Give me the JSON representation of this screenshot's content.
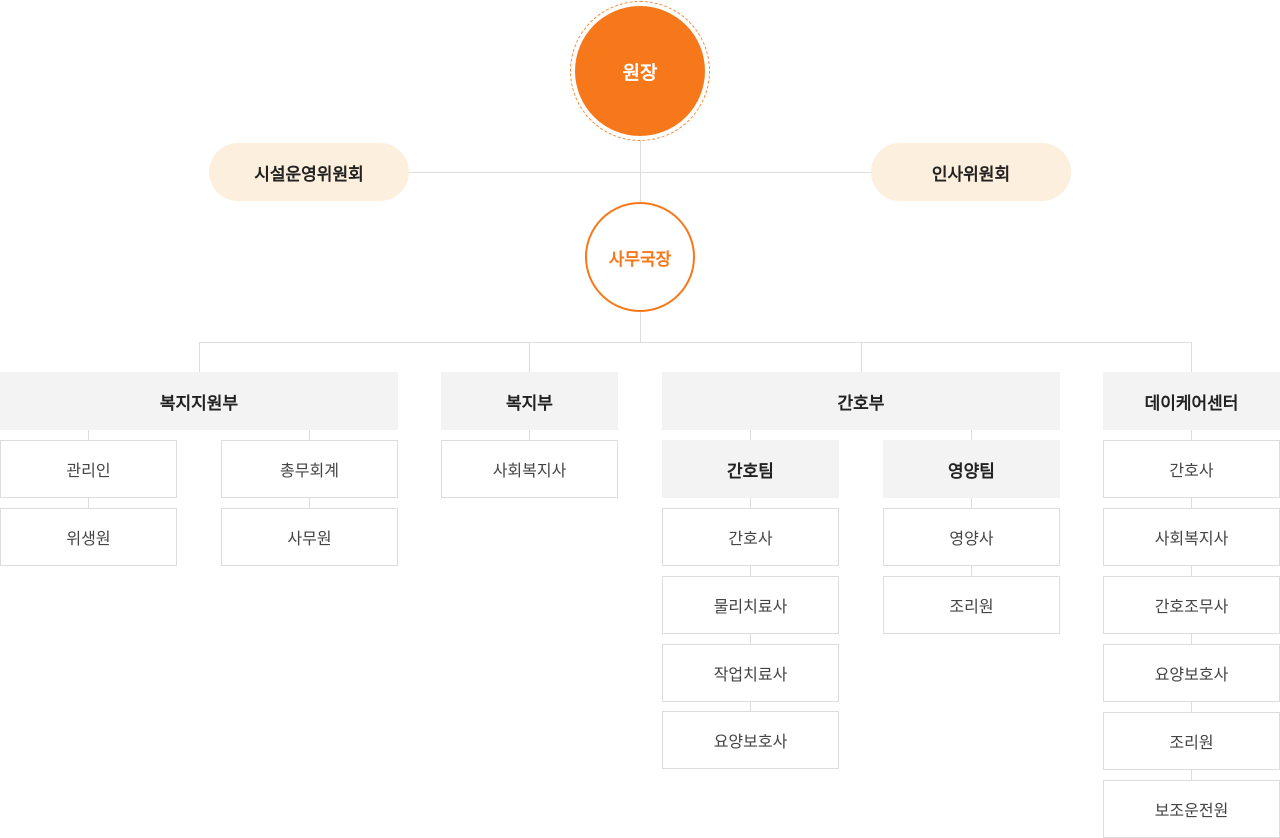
{
  "top": {
    "director": "원장",
    "secretary": "사무국장"
  },
  "committees": {
    "left": "시설운영위원회",
    "right": "인사위원회"
  },
  "departments": [
    {
      "name": "복지지원부",
      "groups": [
        [
          "관리인",
          "위생원"
        ],
        [
          "총무회계",
          "사무원"
        ]
      ]
    },
    {
      "name": "복지부",
      "items": [
        "사회복지사"
      ]
    },
    {
      "name": "간호부",
      "teams": [
        {
          "name": "간호팀",
          "items": [
            "간호사",
            "물리치료사",
            "작업치료사",
            "요양보호사"
          ]
        },
        {
          "name": "영양팀",
          "items": [
            "영양사",
            "조리원"
          ]
        }
      ]
    },
    {
      "name": "데이케어센터",
      "items": [
        "간호사",
        "사회복지사",
        "간호조무사",
        "요양보호사",
        "조리원",
        "보조운전원"
      ]
    }
  ],
  "colors": {
    "accent": "#f7781a",
    "committee_bg": "#fdefde",
    "dept_bg": "#f3f3f3",
    "line": "#dddddd"
  }
}
